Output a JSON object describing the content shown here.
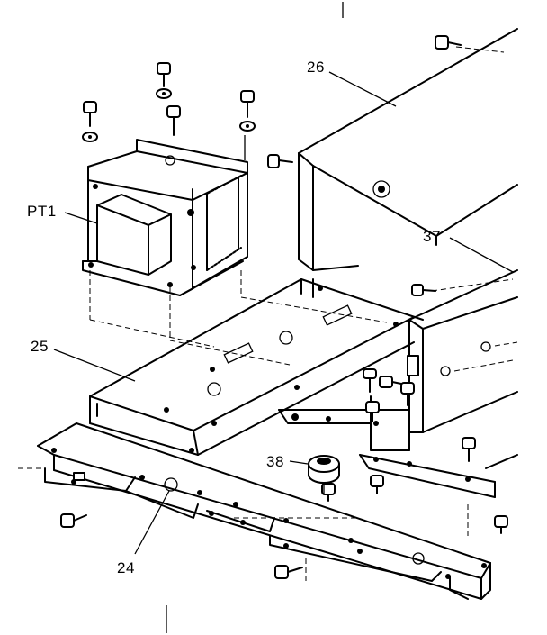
{
  "diagram": {
    "labels": {
      "pt1": "PT1",
      "p26": "26",
      "p37": "37",
      "p25": "25",
      "p38": "38",
      "p24": "24"
    },
    "colors": {
      "line": "#000000",
      "background": "#ffffff"
    }
  }
}
